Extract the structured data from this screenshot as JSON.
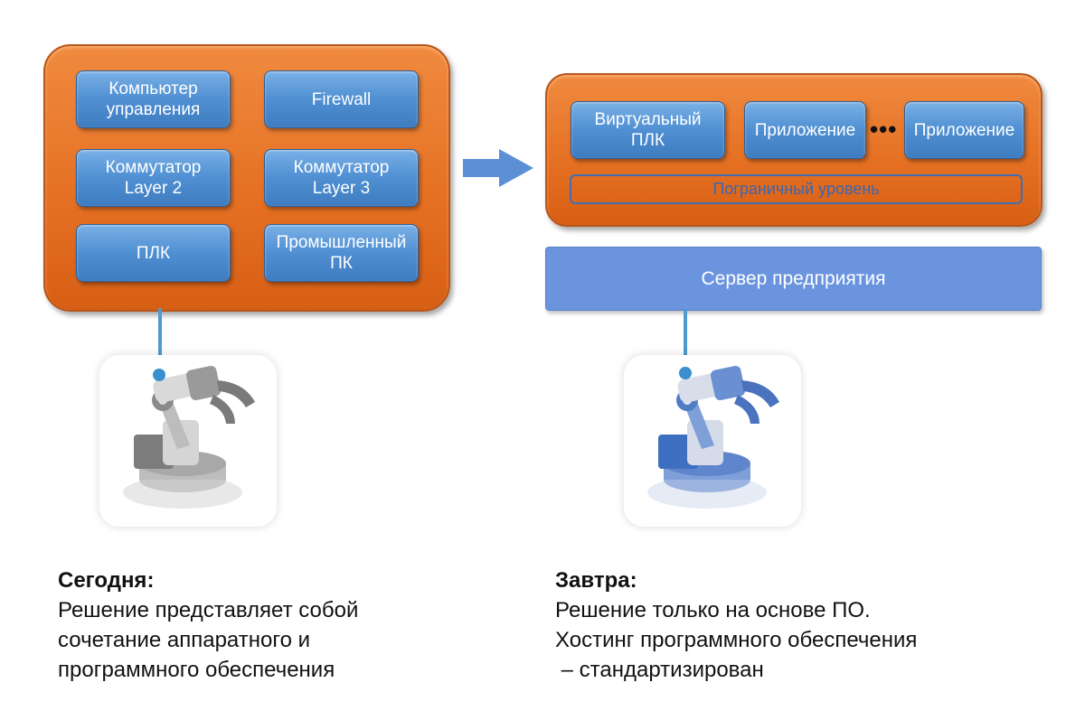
{
  "today_panel": {
    "boxes": [
      {
        "l1": "Компьютер",
        "l2": "управления"
      },
      {
        "l1": "Firewall",
        "l2": ""
      },
      {
        "l1": "Коммутатор",
        "l2": "Layer 2"
      },
      {
        "l1": "Коммутатор",
        "l2": "Layer 3"
      },
      {
        "l1": "ПЛК",
        "l2": ""
      },
      {
        "l1": "Промышленный",
        "l2": "ПК"
      }
    ]
  },
  "tomorrow_panel": {
    "boxes": [
      {
        "l1": "Виртуальный",
        "l2": "ПЛК"
      },
      {
        "l1": "Приложение",
        "l2": ""
      },
      {
        "l1": "Приложение",
        "l2": ""
      }
    ],
    "ellipsis": "•••",
    "edge_layer": "Пограничный уровень",
    "server": "Сервер предприятия"
  },
  "colors": {
    "panel_orange": "#e46f22",
    "box_blue": "#4f8fd2",
    "server_blue": "#6b94de",
    "arrow_blue": "#5b8fd6",
    "robot_gray": "#8a8a8a",
    "robot_blue": "#3f6fc0"
  },
  "captions": {
    "today_title": "Сегодня:",
    "today_lines": [
      "Решение представляет собой",
      "сочетание аппаратного и",
      "программного обеспечения"
    ],
    "tomorrow_title": "Завтра:",
    "tomorrow_lines": [
      "Решение только на основе ПО.",
      "Хостинг программного обеспечения",
      " – стандартизирован"
    ]
  }
}
